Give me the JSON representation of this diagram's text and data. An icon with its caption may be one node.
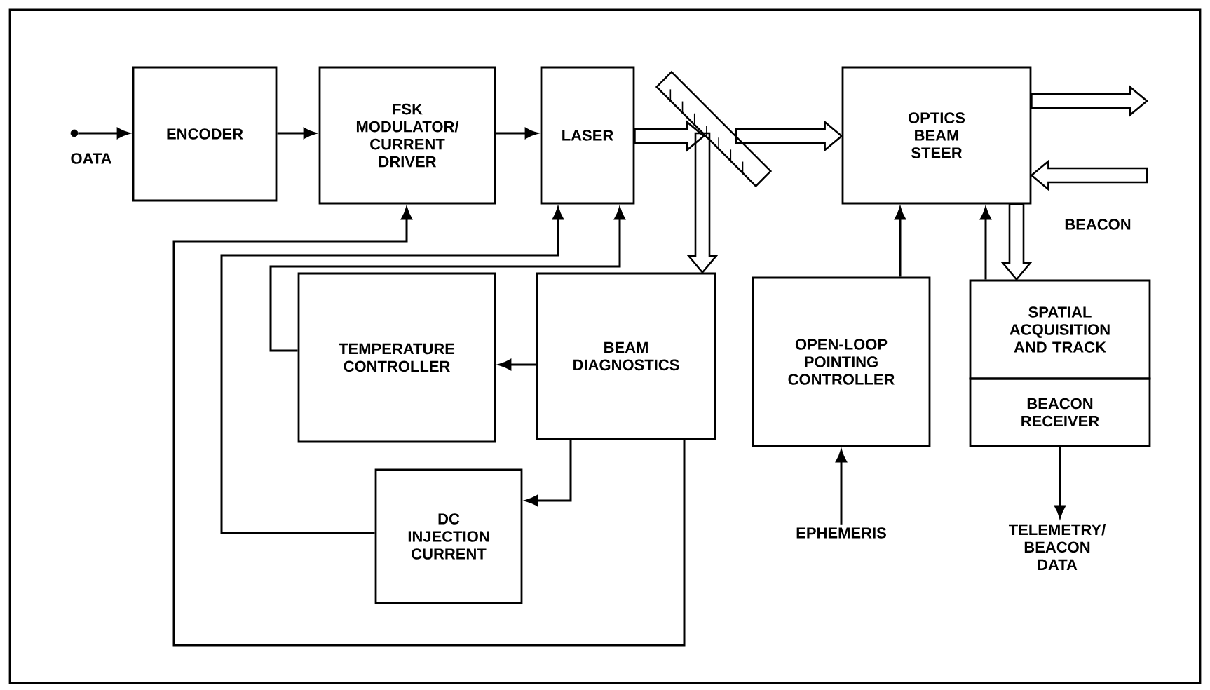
{
  "diagram": {
    "nodes": [
      {
        "text": [],
        "shape": "circle",
        "beside": [
          "OATA"
        ]
      },
      {
        "text": [
          "ENCODER"
        ]
      },
      {
        "text": [
          "FSK MODULATOR/ CURRENT DRIVER"
        ]
      },
      {
        "text": [
          "LASER"
        ]
      },
      {
        "text": [],
        "shape": "bar"
      },
      {
        "text": [
          "OPTICS BEAM STEER"
        ]
      },
      {
        "text": [
          "TEMPERATURE CONTROLLER"
        ]
      },
      {
        "text": [
          "BEAM DIAGNOSTICS"
        ]
      },
      {
        "text": [
          "OPEN-LOOP POINTING CONTROLLER"
        ]
      },
      {
        "text": [
          "SPATIAL ACQUISITION AND TRACK"
        ]
      },
      {
        "text": [
          "BEACON RECEIVER"
        ]
      },
      {
        "text": [
          "DC INJECTION CURRENT"
        ]
      },
      {
        "text": [
          "EPHEMERIS"
        ]
      },
      {
        "text": [
          "TELEMETRY/ BEACON DATA"
        ]
      }
    ],
    "edges": [
      {
        "from": 0,
        "to": 1,
        "arrow": "to"
      },
      {
        "from": 1,
        "to": 2,
        "arrow": "to"
      },
      {
        "from": 2,
        "to": 3,
        "arrow": "to"
      },
      {
        "from": 3,
        "to": 4,
        "arrow": "to",
        "style": "thick"
      },
      {
        "from": 4,
        "to": 5,
        "arrow": "to",
        "style": "thick"
      },
      {
        "from": 4,
        "to": 7,
        "arrow": "to",
        "style": "thick"
      },
      {
        "from": 5,
        "to": null,
        "arrow": "to",
        "style": "thick"
      },
      {
        "from": null,
        "to": 5,
        "arrow": "to",
        "style": "thick"
      },
      {
        "from": 5,
        "to": 9,
        "arrow": "to",
        "style": "thick"
      },
      {
        "from": 9,
        "to": 5,
        "arrow": "to"
      },
      {
        "from": 8,
        "to": 5,
        "arrow": "to"
      },
      {
        "from": 12,
        "to": 8,
        "arrow": "to"
      },
      {
        "from": 10,
        "to": 13,
        "arrow": "to"
      },
      {
        "from": 7,
        "to": 6,
        "arrow": "to"
      },
      {
        "from": 7,
        "to": 11,
        "arrow": "to"
      },
      {
        "from": 6,
        "to": 3,
        "arrow": "to"
      },
      {
        "from": 11,
        "to": 3,
        "arrow": "to"
      },
      {
        "from": 7,
        "to": 2,
        "arrow": "to"
      }
    ],
    "labels": [
      "BEACON"
    ]
  }
}
